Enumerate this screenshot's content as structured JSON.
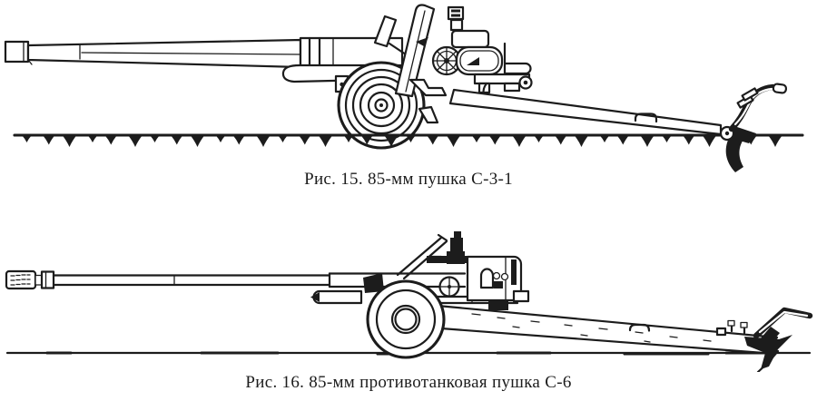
{
  "page": {
    "paper": "#ffffff",
    "ink": "#1c1c1c"
  },
  "figures": [
    {
      "caption": "Рис. 15. 85-мм пушка С-3-1",
      "drawing_parts": [
        "muzzle",
        "barrel",
        "breech",
        "elevating-handwheel",
        "carriage",
        "wheel",
        "trail",
        "towing-eye",
        "spade",
        "ground-with-grass"
      ]
    },
    {
      "caption": "Рис. 16. 85-мм противотанковая пушка С-6",
      "drawing_parts": [
        "muzzle-brake",
        "barrel",
        "recuperator",
        "breech",
        "handwheel",
        "carriage",
        "wheel",
        "trail",
        "towing-handle",
        "spade",
        "ground-line"
      ]
    }
  ]
}
